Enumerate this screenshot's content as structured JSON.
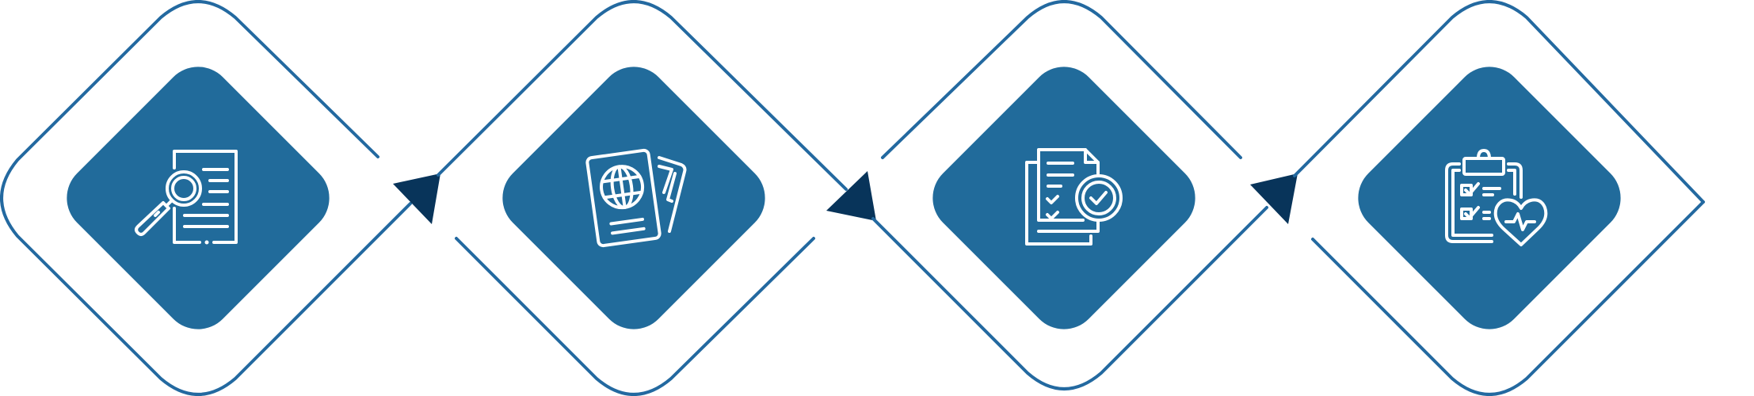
{
  "colors": {
    "outline": "#2369a0",
    "fill": "#216b9b",
    "arrow": "#08345a",
    "icon": "#ffffff",
    "background": "#ffffff"
  },
  "steps": [
    {
      "id": "step-1",
      "icon": "document-magnifier-icon"
    },
    {
      "id": "step-2",
      "icon": "passport-globe-icon"
    },
    {
      "id": "step-3",
      "icon": "documents-checkmark-icon"
    },
    {
      "id": "step-4",
      "icon": "clipboard-heart-icon"
    }
  ],
  "connectors": [
    {
      "id": "arrow-1",
      "icon": "triangle-arrow-icon"
    },
    {
      "id": "arrow-2",
      "icon": "triangle-arrow-icon"
    },
    {
      "id": "arrow-3",
      "icon": "triangle-arrow-icon"
    }
  ]
}
